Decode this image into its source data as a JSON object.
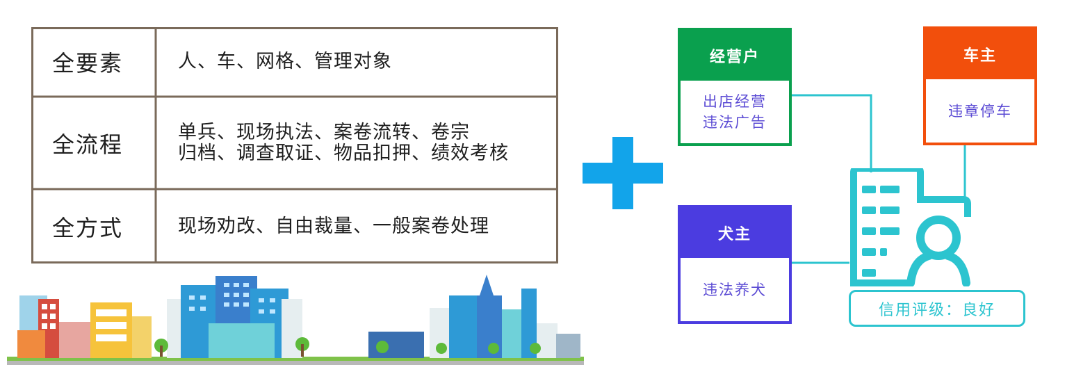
{
  "table": {
    "rows": [
      {
        "label": "全要素",
        "lines": [
          "人、车、网格、管理对象"
        ]
      },
      {
        "label": "全流程",
        "lines": [
          "单兵、现场执法、案卷流转、卷宗",
          "归档、调查取证、物品扣押、绩效考核"
        ]
      },
      {
        "label": "全方式",
        "lines": [
          "现场劝改、自由裁量、一般案卷处理"
        ]
      }
    ]
  },
  "boxes": {
    "merchant": {
      "title": "经营户",
      "lines": [
        "出店经营",
        "违法广告"
      ],
      "color": "#0aa04e"
    },
    "car_owner": {
      "title": "车主",
      "lines": [
        "违章停车"
      ],
      "color": "#f24f0c"
    },
    "dog_owner": {
      "title": "犬主",
      "lines": [
        "违法养犬"
      ],
      "color": "#4b3ce0"
    }
  },
  "credit": {
    "label": "信用评级：良好"
  },
  "colors": {
    "plus": "#12a4ea",
    "connector": "#2cc4cf",
    "table_border": "#7a6a5a",
    "body_text": "#5b4bd4"
  },
  "icons": {
    "plus": "plus-icon",
    "building_person": "building-person-icon",
    "city": "city-skyline-illustration"
  }
}
